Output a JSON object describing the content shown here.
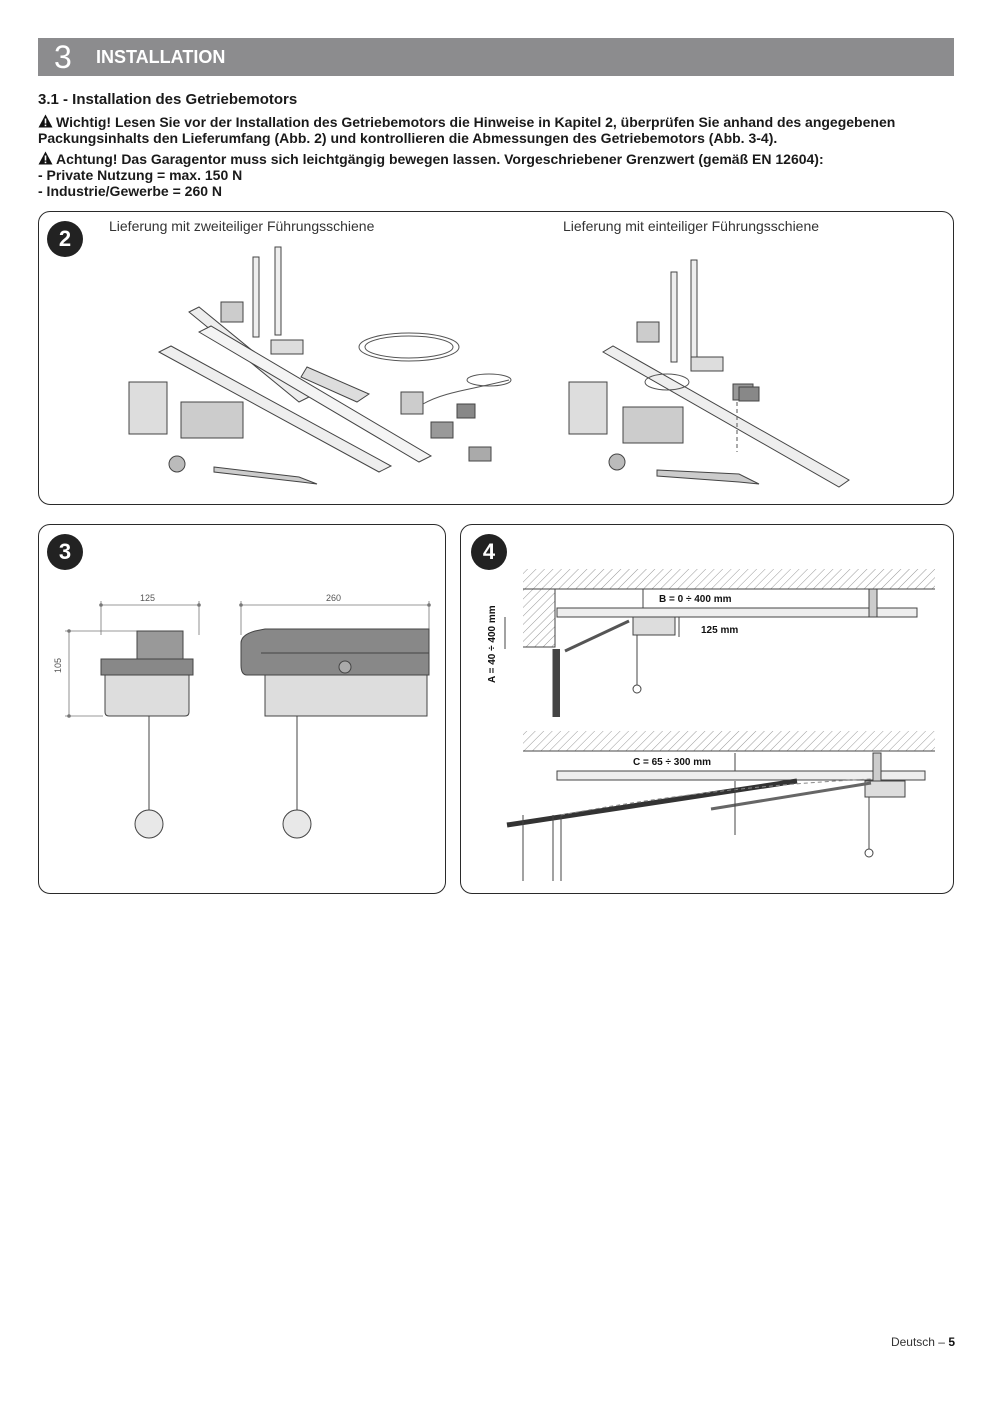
{
  "header": {
    "chapter_number": "3",
    "chapter_title": "INSTALLATION"
  },
  "section": {
    "title": "3.1 - Installation des Getriebemotors",
    "warning1": "Wichtig! Lesen Sie vor der Installation des Getriebemotors die Hinweise in Kapitel 2, überprüfen Sie anhand des angegebenen Packungsinhalts den Lieferumfang (Abb. 2) und kontrollieren die Abmessungen des Getriebemotors (Abb. 3-4).",
    "warning2": "Achtung! Das Garagentor muss sich leichtgängig bewegen lassen. Vorgeschriebener Grenzwert (gemäß EN 12604):",
    "limit_private": "- Private Nutzung = max. 150 N",
    "limit_industry": "- Industrie/Gewerbe = 260 N"
  },
  "figure2": {
    "number": "2",
    "caption_left": "Lieferung mit zweiteiliger Führungsschiene",
    "caption_right": "Lieferung mit einteiliger Führungsschiene"
  },
  "figure3": {
    "number": "3",
    "dim_width_side": "125",
    "dim_width_front": "260",
    "dim_height": "105"
  },
  "figure4": {
    "number": "4",
    "dim_a": "A = 40 ÷ 400 mm",
    "dim_b": "B = 0 ÷ 400 mm",
    "dim_125": "125 mm",
    "dim_c": "C = 65 ÷ 300 mm"
  },
  "footer": {
    "language": "Deutsch – ",
    "page": "5"
  }
}
